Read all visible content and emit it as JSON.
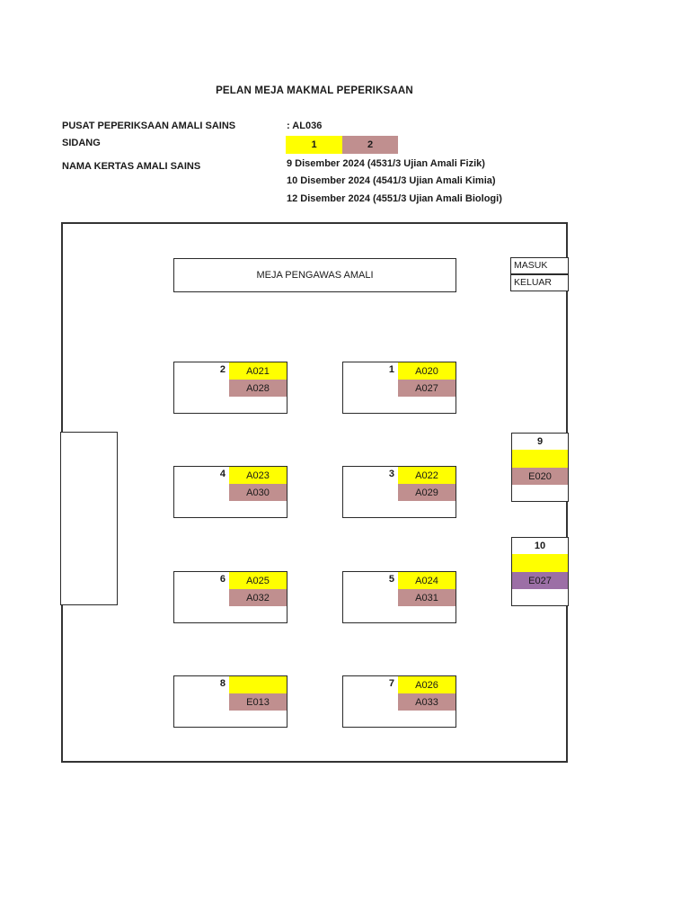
{
  "title": "PELAN MEJA MAKMAL PEPERIKSAAN",
  "header": {
    "centre_label": "PUSAT PEPERIKSAAN AMALI SAINS",
    "centre_value": ": AL036",
    "session_label": "SIDANG",
    "session1": "1",
    "session2": "2",
    "papers_label": "NAMA KERTAS AMALI SAINS",
    "papers": [
      "9 Disember 2024 (4531/3 Ujian Amali Fizik)",
      "10 Disember 2024 (4541/3 Ujian Amali Kimia)",
      "12 Disember 2024 (4551/3 Ujian Amali Biologi)"
    ]
  },
  "room": {
    "supervisor_desk": "MEJA PENGAWAS AMALI",
    "door_in": "MASUK",
    "door_out": "KELUAR",
    "desks": [
      {
        "num": "2",
        "seat1": "A021",
        "seat2": "A028"
      },
      {
        "num": "1",
        "seat1": "A020",
        "seat2": "A027"
      },
      {
        "num": "4",
        "seat1": "A023",
        "seat2": "A030"
      },
      {
        "num": "3",
        "seat1": "A022",
        "seat2": "A029"
      },
      {
        "num": "6",
        "seat1": "A025",
        "seat2": "A032"
      },
      {
        "num": "5",
        "seat1": "A024",
        "seat2": "A031"
      },
      {
        "num": "8",
        "seat1": "",
        "seat2": "E013"
      },
      {
        "num": "7",
        "seat1": "A026",
        "seat2": "A033"
      }
    ],
    "side_desks": [
      {
        "num": "9",
        "seat1": "",
        "seat2": "E020"
      },
      {
        "num": "10",
        "seat1": "",
        "seat2": "E027"
      }
    ]
  },
  "colors": {
    "session1_yellow": "#FFFF00",
    "session2_rose": "#C08F8F",
    "special_purple": "#9C6FA6"
  }
}
